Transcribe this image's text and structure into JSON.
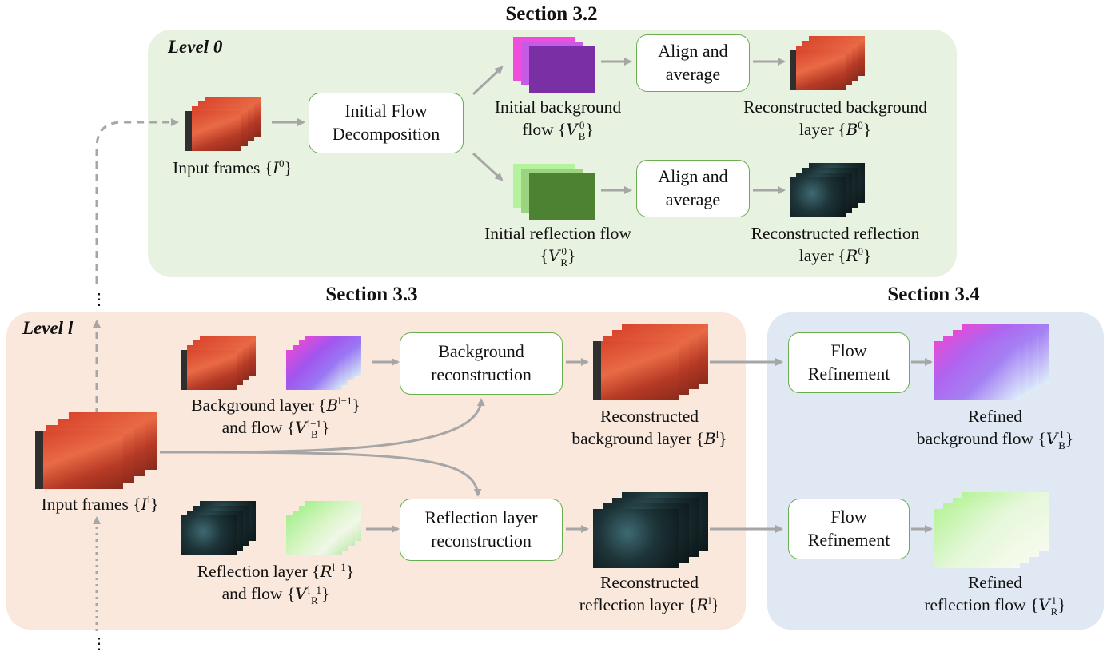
{
  "sections": {
    "s32": "Section 3.2",
    "s33": "Section 3.3",
    "s34": "Section 3.4"
  },
  "levels": {
    "level0": "Level 0",
    "levelL": "Level l"
  },
  "boxes": {
    "initial_flow": "Initial Flow Decomposition",
    "align_avg_bg": "Align and average",
    "align_avg_refl": "Align and average",
    "bg_recon": "Background reconstruction",
    "refl_recon": "Reflection layer reconstruction",
    "flow_ref_bg": "Flow Refinement",
    "flow_ref_refl": "Flow Refinement"
  },
  "captions": {
    "input0": "Input frames",
    "init_bg_flow_1": "Initial background",
    "init_bg_flow_2": "flow",
    "init_refl_flow_1": "Initial reflection flow",
    "recon_bg0_1": "Reconstructed background",
    "recon_bg0_2": "layer",
    "recon_refl0_1": "Reconstructed reflection",
    "recon_refl0_2": "layer",
    "bg_prev_1": "Background layer",
    "bg_prev_2": "and flow",
    "refl_prev_1": "Reflection layer",
    "refl_prev_2": "and flow",
    "inputL": "Input frames",
    "recon_bgL_1": "Reconstructed",
    "recon_bgL_2": "background layer",
    "recon_reflL_1": "Reconstructed",
    "recon_reflL_2": "reflection layer",
    "refined_bg_1": "Refined",
    "refined_bg_2": "background flow",
    "refined_refl_1": "Refined",
    "refined_refl_2": "reflection flow"
  },
  "math": {
    "I0": "I",
    "I0_sup": "0",
    "VB0": "V",
    "VB0_sup": "0",
    "VB0_sub": "B",
    "VR0": "V",
    "VR0_sup": "0",
    "VR0_sub": "R",
    "B0": "B",
    "B0_sup": "0",
    "R0": "R",
    "R0_sup": "0",
    "Bprev": "B",
    "Bprev_sup": "l−1",
    "VBprev": "V",
    "VBprev_sup": "l−1",
    "VBprev_sub": "B",
    "Rprev": "R",
    "Rprev_sup": "l−1",
    "VRprev": "V",
    "VRprev_sup": "l−1",
    "VRprev_sub": "R",
    "IL": "I",
    "IL_sup": "l",
    "BL": "B",
    "BL_sup": "l",
    "RL": "R",
    "RL_sup": "l",
    "VBL": "V",
    "VBL_sup": "l",
    "VBL_sub": "B",
    "VRL": "V",
    "VRL_sup": "l",
    "VRL_sub": "R"
  },
  "ellipsis": "⋮",
  "colors": {
    "panel_level0": "#e8f2e0",
    "panel_levelL": "#fae8dd",
    "panel_refine": "#dfe8f3",
    "box_border": "#6aad50",
    "arrow": "#a6a6a6"
  }
}
